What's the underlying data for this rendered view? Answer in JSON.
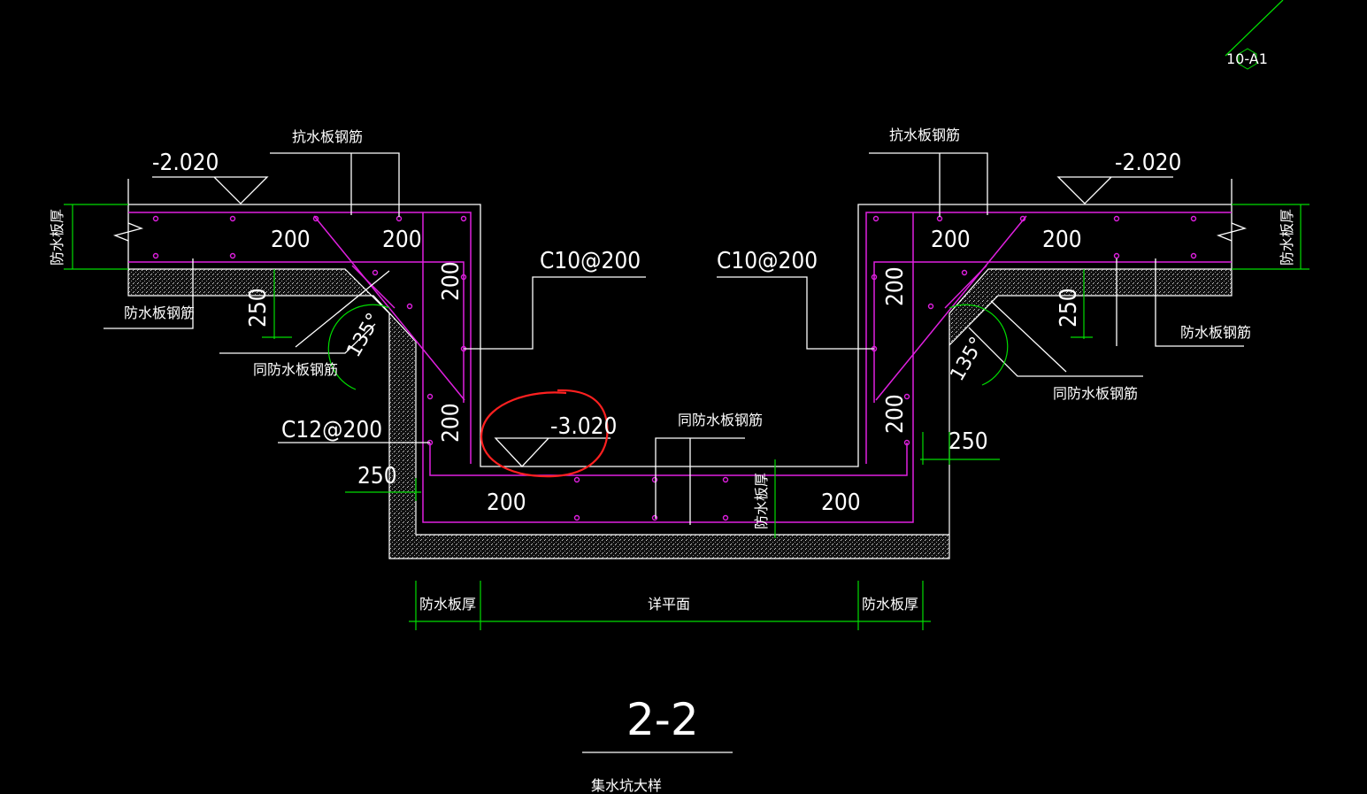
{
  "title": "2-2",
  "subtitle": "集水坑大样",
  "ref_tag": "10-A1",
  "levels": {
    "top_left": "-2.020",
    "top_right": "-2.020",
    "pit_bottom": "-3.020"
  },
  "labels": {
    "anti_water_rebar_left": "抗水板钢筋",
    "anti_water_rebar_right": "抗水板钢筋",
    "waterproof_rebar_left": "防水板钢筋",
    "waterproof_rebar_right": "防水板钢筋",
    "same_waterproof_rebar_left": "同防水板钢筋",
    "same_waterproof_rebar_right": "同防水板钢筋",
    "same_waterproof_rebar_bottom": "同防水板钢筋",
    "board_thickness_left": "防水板厚",
    "board_thickness_right": "防水板厚",
    "board_thickness_bottom_left": "防水板厚",
    "board_thickness_bottom_right": "防水板厚",
    "board_thickness_center": "防水板厚",
    "see_plan": "详平面"
  },
  "rebar": {
    "c10_left": "C10@200",
    "c10_right": "C10@200",
    "c12_left": "C12@200"
  },
  "dims": {
    "top_left_a": "200",
    "top_left_b": "200",
    "top_right_a": "200",
    "top_right_b": "200",
    "wall_left_upper": "200",
    "wall_left_lower": "200",
    "wall_right_upper": "200",
    "wall_right_lower": "200",
    "bottom_left": "200",
    "bottom_right": "200",
    "cushion_left": "250",
    "cushion_right": "250",
    "side_left": "250",
    "side_right": "250"
  },
  "angles": {
    "left": "135°",
    "right": "135°"
  },
  "colors": {
    "background": "#000000",
    "line": "#ffffff",
    "dimension": "#00dd00",
    "rebar": "#e020e0",
    "highlight": "#ff2020"
  }
}
